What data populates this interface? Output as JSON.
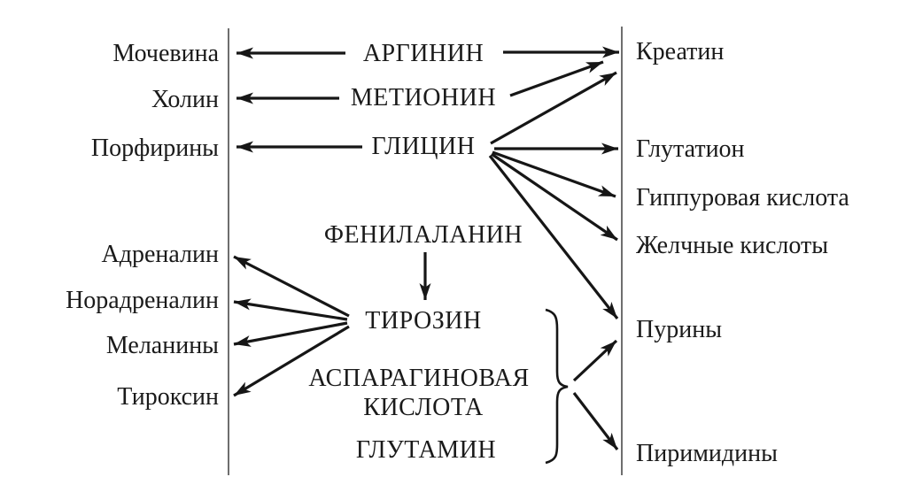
{
  "diagram": {
    "type": "metabolic-pathway-diagram",
    "language": "ru",
    "colors": {
      "ink": "#1a1a1a",
      "divider": "#4a4a4a",
      "background": "#ffffff"
    },
    "nodes": {
      "left": [
        "Мочевина",
        "Холин",
        "Порфирины",
        "Адреналин",
        "Норадреналин",
        "Меланины",
        "Тироксин"
      ],
      "center": [
        "АРГИНИН",
        "МЕТИОНИН",
        "ГЛИЦИН",
        "ФЕНИЛАЛАНИН",
        "ТИРОЗИН",
        "АСПАРАГИНОВАЯ",
        "КИСЛОТА",
        "ГЛУТАМИН"
      ],
      "right": [
        "Креатин",
        "Глутатион",
        "Гиппуровая кислота",
        "Желчные кислоты",
        "Пурины",
        "Пиримидины"
      ]
    },
    "edges": [
      {
        "from": "АРГИНИН",
        "to": "Мочевина"
      },
      {
        "from": "МЕТИОНИН",
        "to": "Холин"
      },
      {
        "from": "ГЛИЦИН",
        "to": "Порфирины"
      },
      {
        "from": "АРГИНИН",
        "to": "Креатин"
      },
      {
        "from": "МЕТИОНИН",
        "to": "Креатин"
      },
      {
        "from": "ГЛИЦИН",
        "to": "Креатин"
      },
      {
        "from": "ГЛИЦИН",
        "to": "Глутатион"
      },
      {
        "from": "ГЛИЦИН",
        "to": "Гиппуровая кислота"
      },
      {
        "from": "ГЛИЦИН",
        "to": "Желчные кислоты"
      },
      {
        "from": "ГЛИЦИН",
        "to": "Пурины"
      },
      {
        "from": "ФЕНИЛАЛАНИН",
        "to": "ТИРОЗИН"
      },
      {
        "from": "ТИРОЗИН",
        "to": "Адреналин"
      },
      {
        "from": "ТИРОЗИН",
        "to": "Норадреналин"
      },
      {
        "from": "ТИРОЗИН",
        "to": "Меланины"
      },
      {
        "from": "ТИРОЗИН",
        "to": "Тироксин"
      },
      {
        "from": "группа: ТИРОЗИН, АСПАРАГИНОВАЯ КИСЛОТА, ГЛУТАМИН",
        "to": "Пурины"
      },
      {
        "from": "группа: ТИРОЗИН, АСПАРАГИНОВАЯ КИСЛОТА, ГЛУТАМИН",
        "to": "Пиримидины"
      }
    ]
  }
}
